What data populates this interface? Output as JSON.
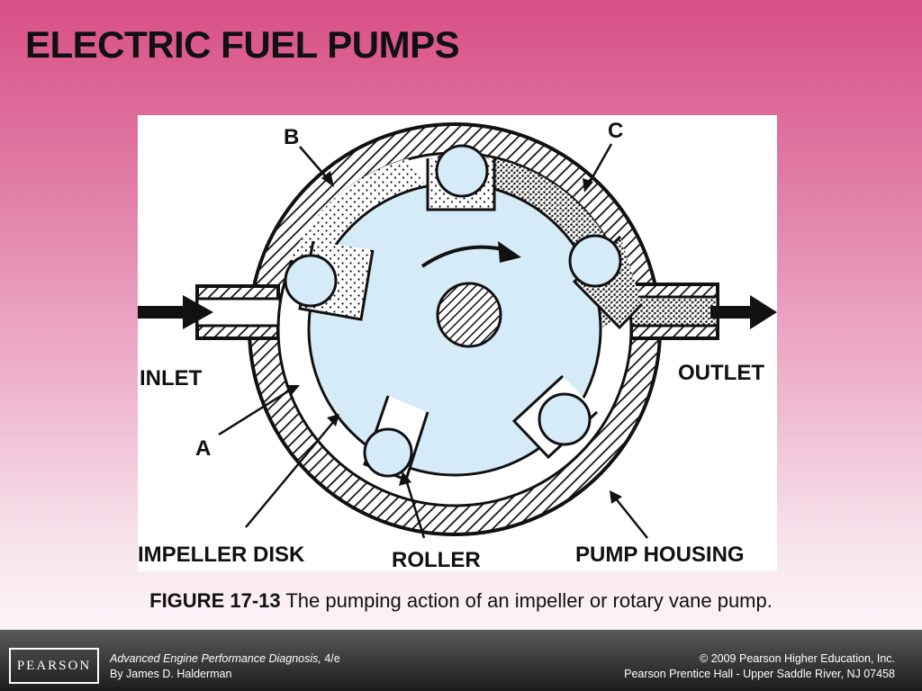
{
  "slide": {
    "title": "ELECTRIC FUEL PUMPS"
  },
  "diagram": {
    "labels": {
      "a": "A",
      "b": "B",
      "c": "C",
      "inlet": "INLET",
      "outlet": "OUTLET",
      "impeller_disk": "IMPELLER DISK",
      "roller": "ROLLER",
      "pump_housing": "PUMP HOUSING"
    },
    "colors": {
      "disk_fill": "#d6ebf8",
      "outline": "#111111",
      "fuel_dots": "#111111"
    }
  },
  "caption": {
    "figure_number": "FIGURE 17-13",
    "text": "The pumping action of an impeller or rotary vane pump."
  },
  "footer": {
    "logo": "PEARSON",
    "book_title": "Advanced Engine Performance Diagnosis,",
    "edition": "4/e",
    "author": "By James D. Halderman",
    "copyright": "© 2009 Pearson Higher Education, Inc.",
    "publisher": "Pearson Prentice Hall - Upper Saddle River, NJ 07458"
  }
}
